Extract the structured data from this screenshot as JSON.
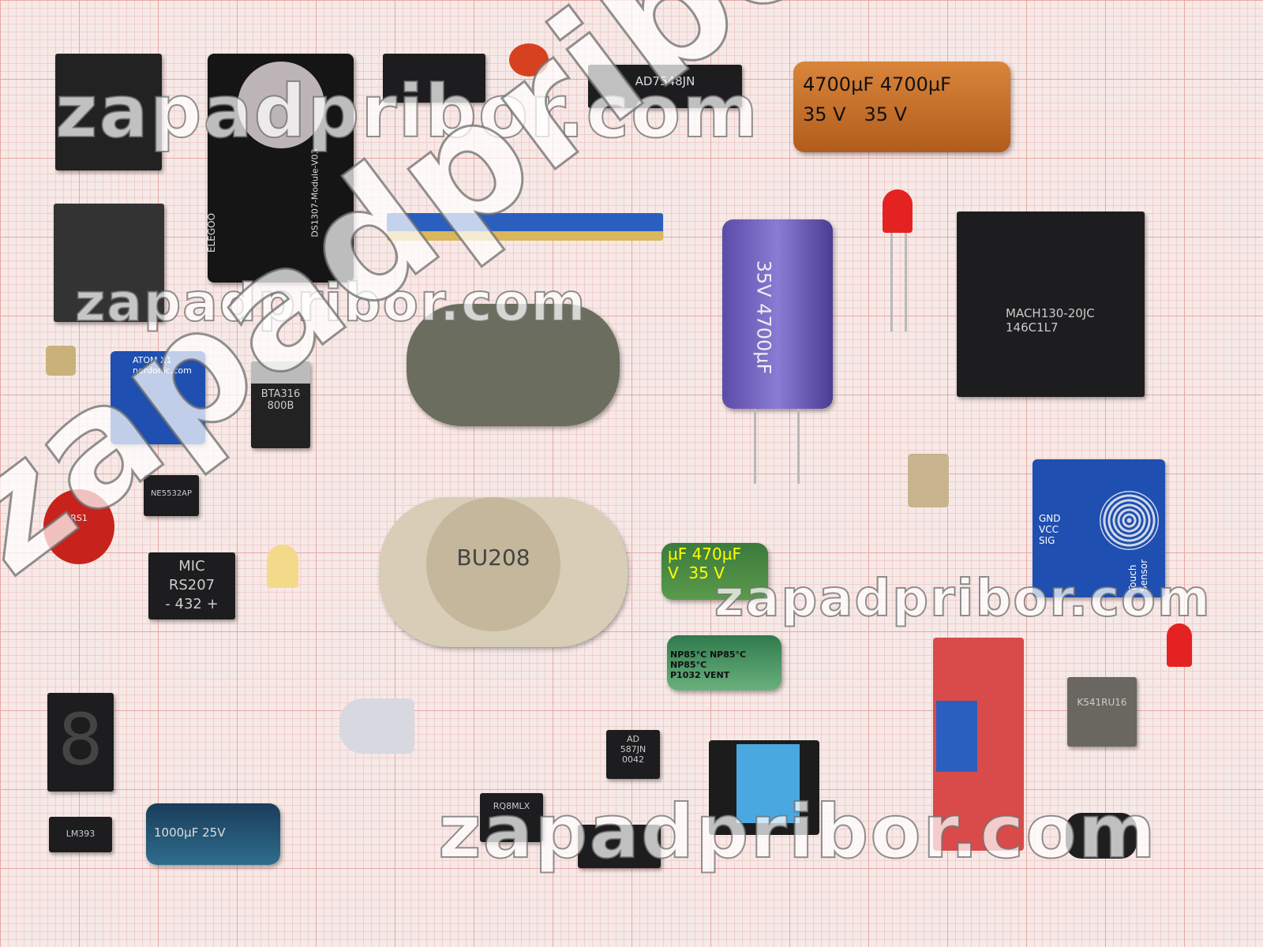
{
  "components": {
    "rtc_module": {
      "brand": "ELEGOO",
      "model": "DS1307-Module-V03"
    },
    "dac_chip": {
      "label": "AD7548JN"
    },
    "orange_cap": {
      "line1": "4700µF 4700µF",
      "line2": "35 V   35 V"
    },
    "purple_cap": {
      "line1": "35V 4700µF"
    },
    "cpld": {
      "line1": "MACH130-20JC",
      "line2": "146C1L7"
    },
    "triac": {
      "line1": "BTA316",
      "line2": "800B"
    },
    "atom_board": {
      "line1": "ATOM X1",
      "line2": "nerdonic.com"
    },
    "opamp": {
      "label": "NE5532AP"
    },
    "bridge": {
      "line1": "MIC",
      "line2": "RS207",
      "line3": "- 432 +"
    },
    "green_cap": {
      "line1": "µF 470µF",
      "line2": "V  35 V"
    },
    "np_cap": {
      "line1": "NP85°C NP85°C NP85°C",
      "line2": "P1032 VENT"
    },
    "ref_chip": {
      "line1": "AD",
      "line2": "587JN",
      "line3": "0042"
    },
    "soic_chip": {
      "label": "RQ8MLX"
    },
    "blue_cap": {
      "label": "1000µF 25V"
    },
    "touch_sensor": {
      "label": "Touch Sensor",
      "pins": "GND VCC SIG"
    },
    "metal_can": {
      "label": "K541RU16"
    },
    "power_transistor": {
      "label": "BU208"
    },
    "varistor": {
      "label": "RS1"
    },
    "small_chip": {
      "label": "LM393"
    }
  },
  "watermark": "zapadpribor.com"
}
